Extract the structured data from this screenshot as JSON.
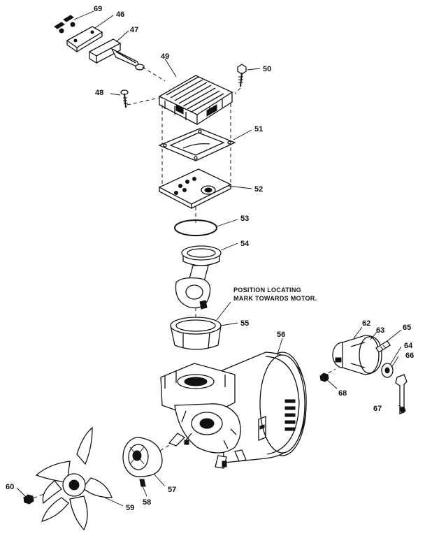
{
  "labels": {
    "p69": "69",
    "p46": "46",
    "p47": "47",
    "p49": "49",
    "p50": "50",
    "p48": "48",
    "p51": "51",
    "p52": "52",
    "p53": "53",
    "p54": "54",
    "p55": "55",
    "p56": "56",
    "p62": "62",
    "p63": "63",
    "p65": "65",
    "p64": "64",
    "p66": "66",
    "p68": "68",
    "p67": "67",
    "p57": "57",
    "p58": "58",
    "p59": "59",
    "p60": "60"
  },
  "note": {
    "line1": "POSITION LOCATING",
    "line2": "MARK TOWARDS MOTOR."
  }
}
